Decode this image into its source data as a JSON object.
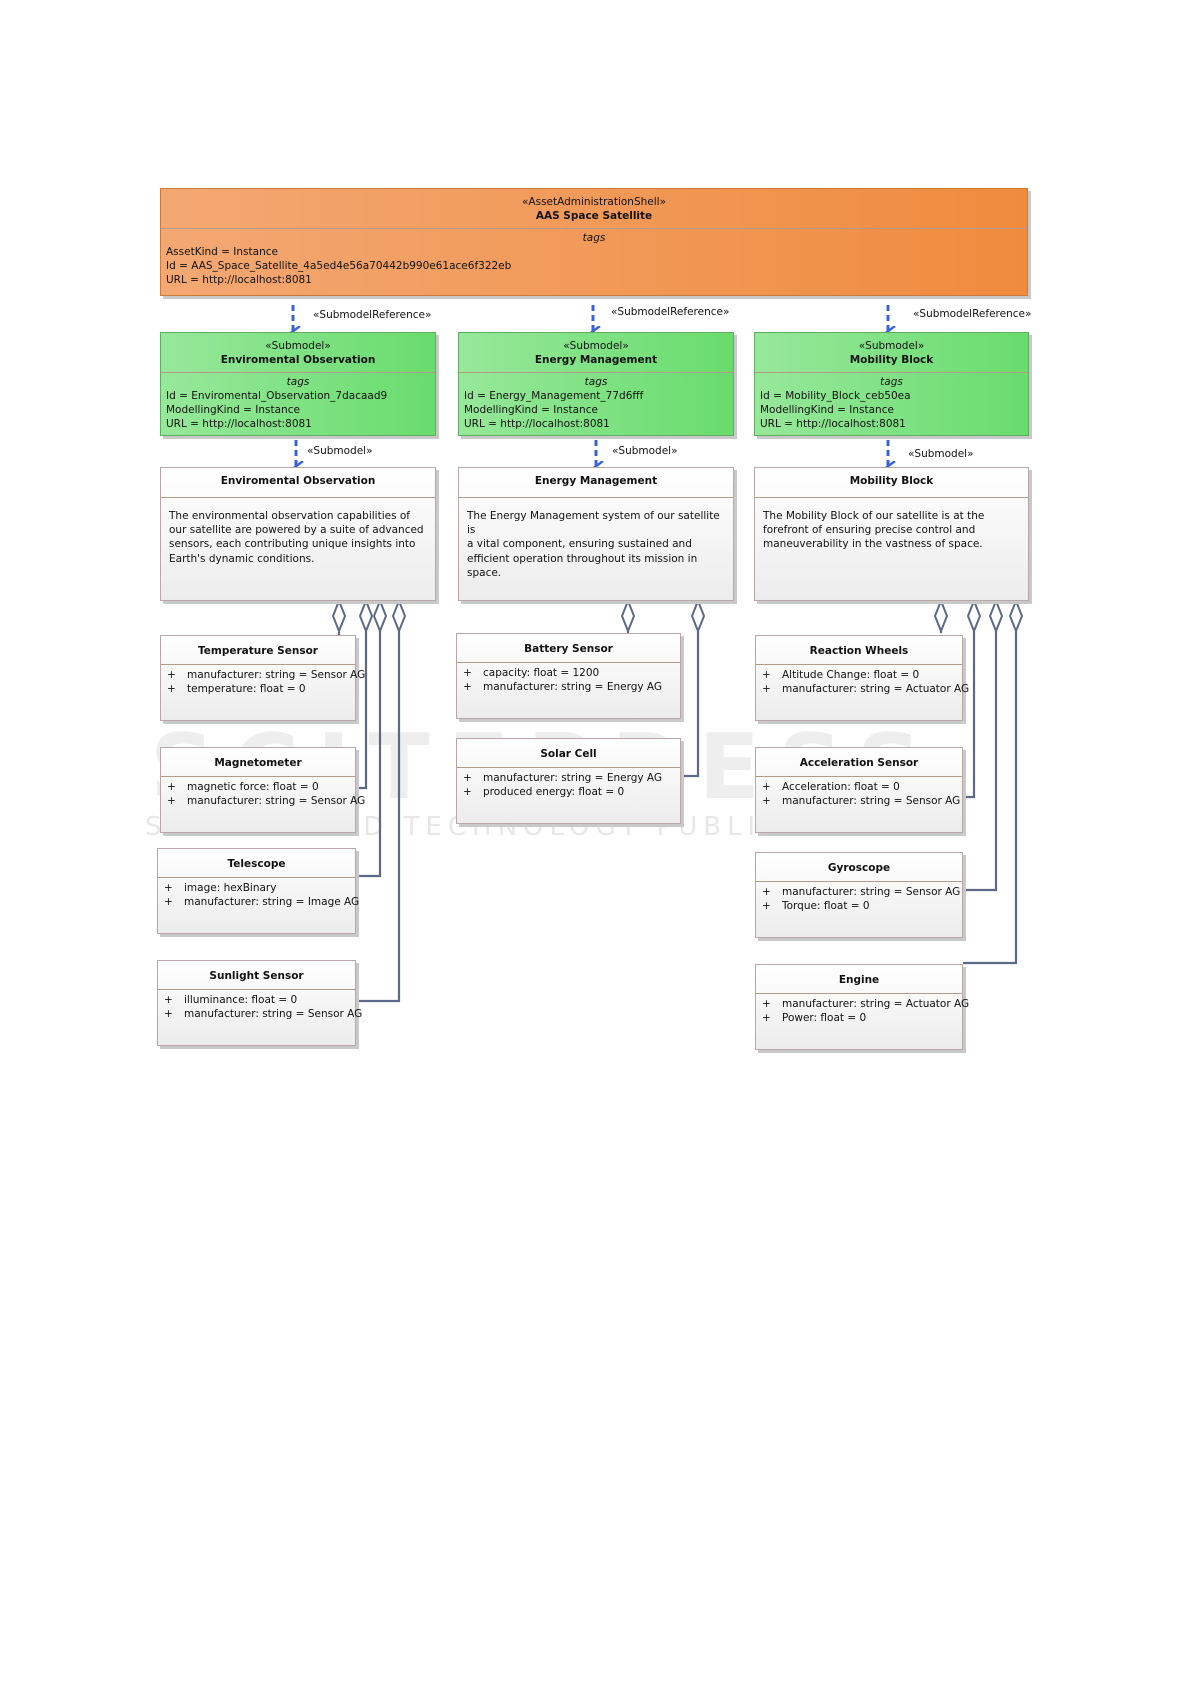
{
  "aas": {
    "stereotype": "«AssetAdministrationShell»",
    "name": "AAS Space Satellite",
    "tags_title": "tags",
    "tags": [
      "AssetKind = Instance",
      "Id = AAS_Space_Satellite_4a5ed4e56a70442b990e61ace6f322eb",
      "URL = http://localhost:8081"
    ]
  },
  "ref_label": "«SubmodelReference»",
  "submodel_label": "«Submodel»",
  "submodels": [
    {
      "stereotype": "«Submodel»",
      "name": "Enviromental Observation",
      "tags_title": "tags",
      "tags": [
        "Id = Enviromental_Observation_7dacaad9",
        "ModellingKind = Instance",
        "URL = http://localhost:8081"
      ],
      "desc_name": "Enviromental Observation",
      "desc": [
        "The environmental observation capabilities of",
        "our satellite are powered by a suite of advanced",
        "sensors, each contributing unique insights into",
        "Earth's dynamic conditions."
      ]
    },
    {
      "stereotype": "«Submodel»",
      "name": "Energy Management",
      "tags_title": "tags",
      "tags": [
        "Id = Energy_Management_77d6fff",
        "ModellingKind = Instance",
        "URL = http://localhost:8081"
      ],
      "desc_name": "Energy Management",
      "desc": [
        "The Energy Management system of our satellite is",
        "a vital component, ensuring sustained and",
        "efficient operation throughout its mission in",
        "space."
      ]
    },
    {
      "stereotype": "«Submodel»",
      "name": "Mobility Block",
      "tags_title": "tags",
      "tags": [
        "Id = Mobility_Block_ceb50ea",
        "ModellingKind = Instance",
        "URL = http://localhost:8081"
      ],
      "desc_name": "Mobility Block",
      "desc": [
        "The Mobility Block of our satellite is at the",
        "forefront of ensuring precise control and",
        "maneuverability in the vastness of space."
      ]
    }
  ],
  "classes": [
    {
      "name": "Temperature Sensor",
      "attrs": [
        [
          "+",
          "manufacturer: string = Sensor AG"
        ],
        [
          "+",
          "temperature: float = 0"
        ]
      ]
    },
    {
      "name": "Magnetometer",
      "attrs": [
        [
          "+",
          "magnetic force: float = 0"
        ],
        [
          "+",
          "manufacturer: string = Sensor AG"
        ]
      ]
    },
    {
      "name": "Telescope",
      "attrs": [
        [
          "+",
          "image: hexBinary"
        ],
        [
          "+",
          "manufacturer: string = Image AG"
        ]
      ]
    },
    {
      "name": "Sunlight Sensor",
      "attrs": [
        [
          "+",
          "illuminance: float = 0"
        ],
        [
          "+",
          "manufacturer: string = Sensor AG"
        ]
      ]
    },
    {
      "name": "Battery Sensor",
      "attrs": [
        [
          "+",
          "capacity: float = 1200"
        ],
        [
          "+",
          "manufacturer: string = Energy AG"
        ]
      ]
    },
    {
      "name": "Solar Cell",
      "attrs": [
        [
          "+",
          "manufacturer: string = Energy AG"
        ],
        [
          "+",
          "produced energy: float = 0"
        ]
      ]
    },
    {
      "name": "Reaction Wheels",
      "attrs": [
        [
          "+",
          "Altitude Change: float = 0"
        ],
        [
          "+",
          "manufacturer: string = Actuator AG"
        ]
      ]
    },
    {
      "name": "Acceleration Sensor",
      "attrs": [
        [
          "+",
          "Acceleration: float = 0"
        ],
        [
          "+",
          "manufacturer: string = Sensor AG"
        ]
      ]
    },
    {
      "name": "Gyroscope",
      "attrs": [
        [
          "+",
          "manufacturer: string = Sensor AG"
        ],
        [
          "+",
          "Torque: float = 0"
        ]
      ]
    },
    {
      "name": "Engine",
      "attrs": [
        [
          "+",
          "manufacturer: string = Actuator AG"
        ],
        [
          "+",
          "Power: float = 0"
        ]
      ]
    }
  ],
  "watermark": {
    "line1": "SCITEPRESS",
    "line2": "SCIENCE AND TECHNOLOGY PUBLICATIONS"
  },
  "colors": {
    "aas": "#f08b3e",
    "submodel": "#68dc6d",
    "arrow": "#3b63d6",
    "connector": "#5c6a86"
  }
}
